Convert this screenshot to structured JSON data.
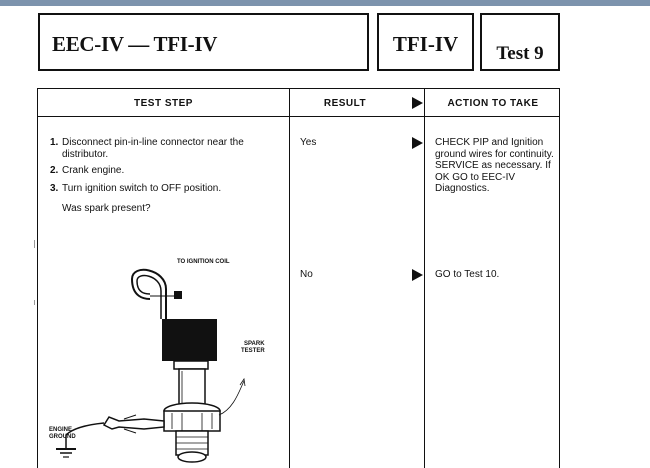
{
  "header": {
    "title": "EEC-IV — TFI-IV",
    "system": "TFI-IV",
    "test": "Test 9"
  },
  "table": {
    "col_step": "TEST STEP",
    "col_result": "RESULT",
    "col_action": "ACTION TO TAKE",
    "steps": [
      {
        "num": "1.",
        "text": "Disconnect pin-in-line connector near the distributor."
      },
      {
        "num": "2.",
        "text": "Crank engine."
      },
      {
        "num": "3.",
        "text": "Turn ignition switch to OFF position."
      }
    ],
    "question": "Was spark present?",
    "rows": [
      {
        "result": "Yes",
        "action": "CHECK PIP and Ignition ground wires for continuity. SERVICE as necessary. If OK GO to EEC-IV Diagnostics."
      },
      {
        "result": "No",
        "action": "GO to Test 10."
      }
    ]
  },
  "diagram": {
    "label_coil": "TO IGNITION COIL",
    "label_tester_1": "SPARK",
    "label_tester_2": "TESTER",
    "label_ground_1": "ENGINE",
    "label_ground_2": "GROUND"
  }
}
